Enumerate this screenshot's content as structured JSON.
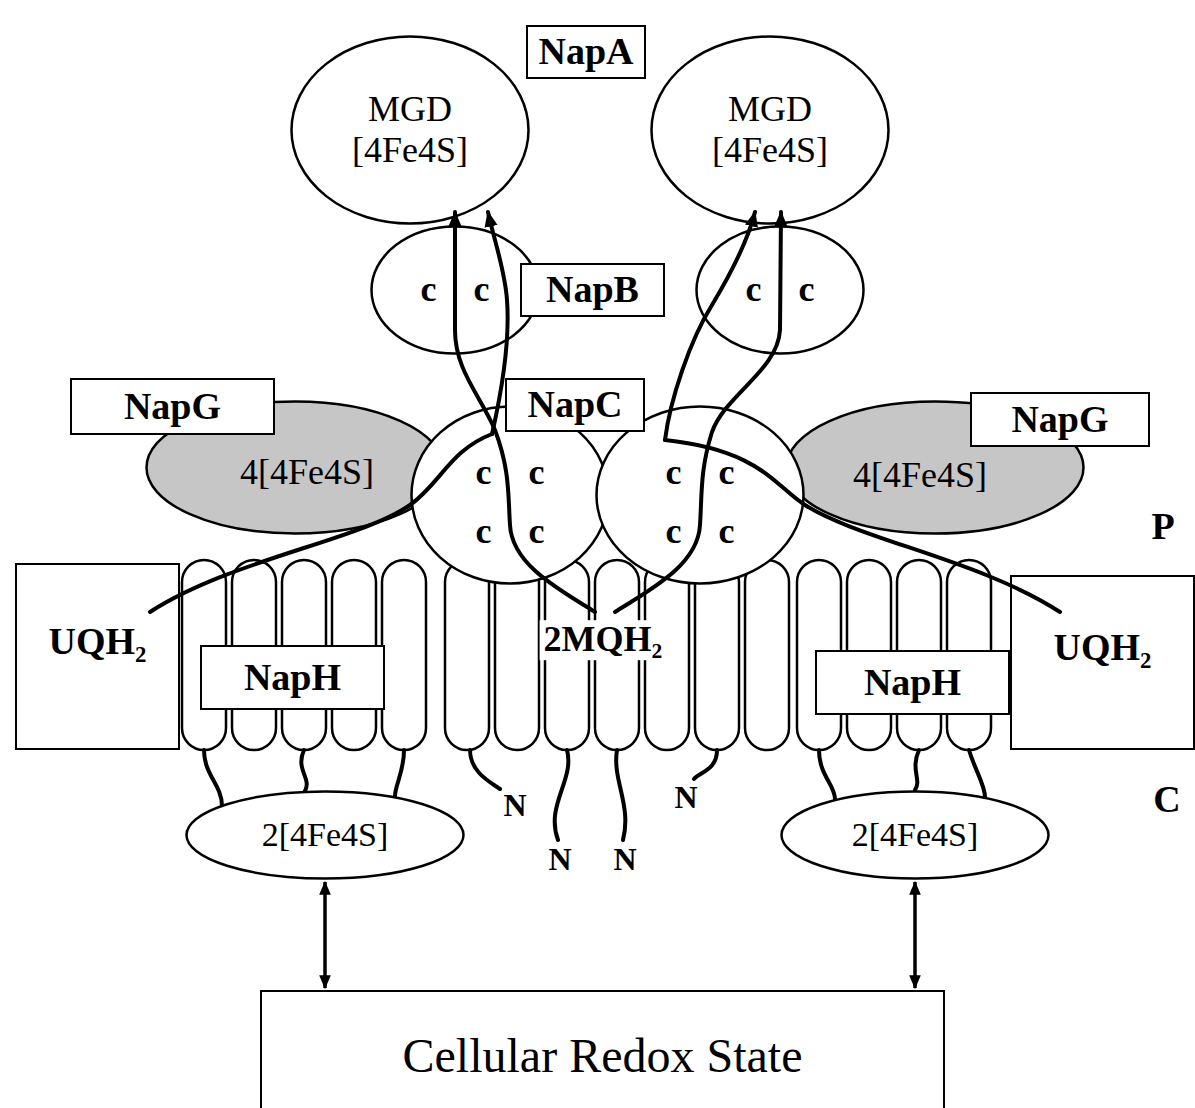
{
  "diagram": {
    "nodes": [
      {
        "text": [
          "NapA"
        ]
      },
      {
        "text": [
          "MGD [4Fe4S]"
        ]
      },
      {
        "text": [
          "MGD [4Fe4S]"
        ]
      },
      {
        "text": [
          "c c"
        ]
      },
      {
        "text": [
          "NapB"
        ]
      },
      {
        "text": [
          "c c"
        ]
      },
      {
        "text": [
          "NapG"
        ]
      },
      {
        "text": [
          "NapC"
        ]
      },
      {
        "text": [
          "NapG"
        ]
      },
      {
        "text": [
          "4[4Fe4S]"
        ]
      },
      {
        "text": [
          "c c",
          "c c"
        ]
      },
      {
        "text": [
          "c c",
          "c c"
        ]
      },
      {
        "text": [
          "4[4Fe4S]"
        ]
      },
      {
        "text": [
          "UQH₂"
        ]
      },
      {
        "text": [
          "NapH"
        ]
      },
      {
        "text": [
          "NapH"
        ]
      },
      {
        "text": [
          "UQH₂"
        ]
      },
      {
        "text": [
          "2[4Fe4S]"
        ]
      },
      {
        "text": [
          "2[4Fe4S]"
        ]
      },
      {
        "text": [
          "Cellular Redox State"
        ]
      }
    ],
    "edges": [
      {
        "from": 17,
        "to": 19,
        "arrow": "both"
      },
      {
        "from": 18,
        "to": 19,
        "arrow": "both"
      }
    ],
    "labels": [
      "2MQH₂",
      "N",
      "N",
      "N",
      "N",
      "P",
      "C"
    ]
  }
}
